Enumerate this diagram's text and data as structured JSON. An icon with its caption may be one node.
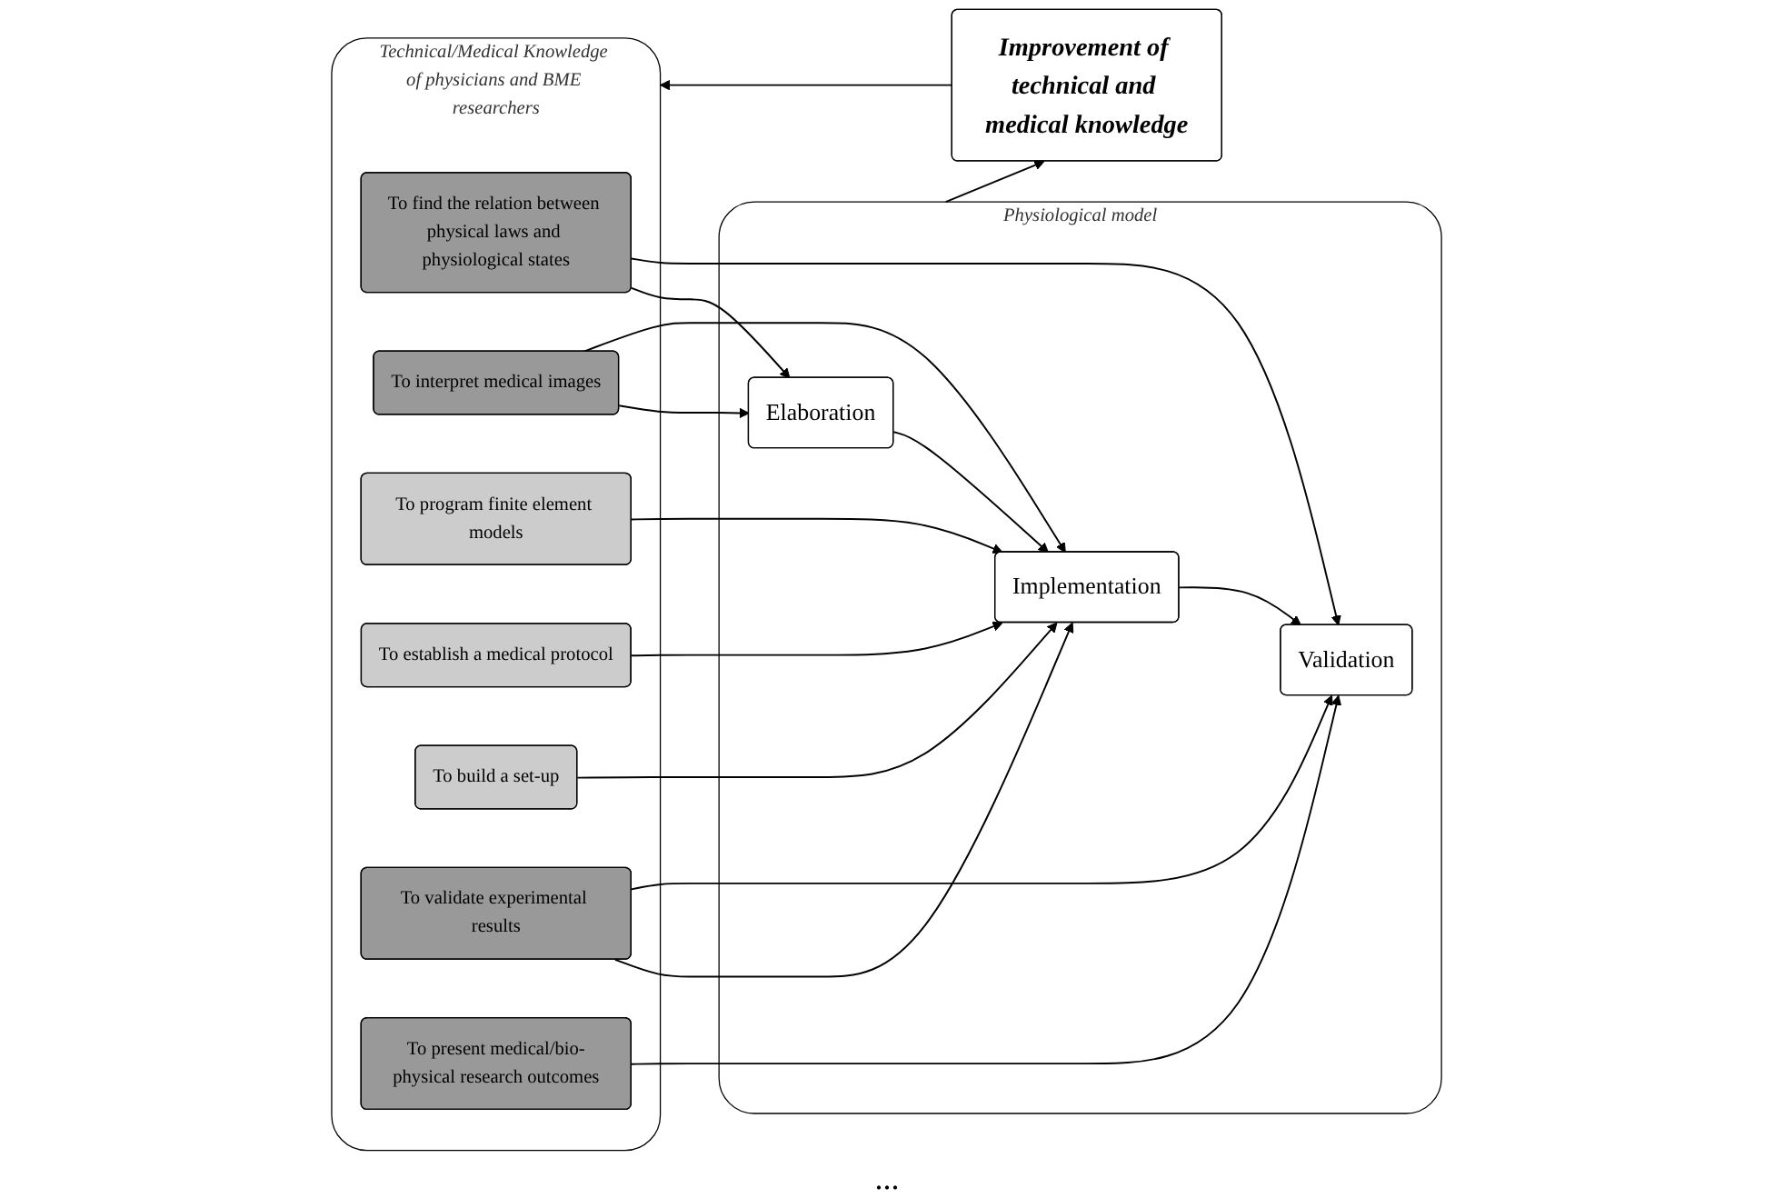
{
  "diagram": {
    "nodes": [
      {
        "text": [
          "Technical/Medical Knowledge of physicians and BME researchers"
        ]
      },
      {
        "text": [
          "To find the relation between physical laws and physiological states"
        ],
        "in": 0
      },
      {
        "text": [
          "To interpret medical images"
        ],
        "in": 0
      },
      {
        "text": [
          "To program finite element models"
        ],
        "in": 0
      },
      {
        "text": [
          "To establish a medical protocol"
        ],
        "in": 0
      },
      {
        "text": [
          "To build a set-up"
        ],
        "in": 0
      },
      {
        "text": [
          "To validate experimental results"
        ],
        "in": 0
      },
      {
        "text": [
          "To present medical/bio-physical research outcomes"
        ],
        "in": 0
      },
      {
        "text": [
          "Physiological model"
        ]
      },
      {
        "text": [
          "Elaboration"
        ],
        "in": 8
      },
      {
        "text": [
          "Implementation"
        ],
        "in": 8
      },
      {
        "text": [
          "Validation"
        ],
        "in": 8
      },
      {
        "text": [
          "Improvement of technical and medical knowledge"
        ]
      }
    ],
    "edges": [
      {
        "from": 1,
        "to": 9,
        "arrow": "to"
      },
      {
        "from": 1,
        "to": 11,
        "arrow": "to"
      },
      {
        "from": 2,
        "to": 9,
        "arrow": "to"
      },
      {
        "from": 2,
        "to": 10,
        "arrow": "to"
      },
      {
        "from": 3,
        "to": 10,
        "arrow": "to"
      },
      {
        "from": 4,
        "to": 10,
        "arrow": "to"
      },
      {
        "from": 5,
        "to": 10,
        "arrow": "to"
      },
      {
        "from": 6,
        "to": 10,
        "arrow": "to"
      },
      {
        "from": 6,
        "to": 11,
        "arrow": "to"
      },
      {
        "from": 7,
        "to": 11,
        "arrow": "to"
      },
      {
        "from": 9,
        "to": 10,
        "arrow": "to"
      },
      {
        "from": 10,
        "to": 11,
        "arrow": "to"
      },
      {
        "from": 8,
        "to": 12,
        "arrow": "to"
      },
      {
        "from": 12,
        "to": 0,
        "arrow": "to"
      }
    ],
    "labels": [
      "..."
    ]
  }
}
